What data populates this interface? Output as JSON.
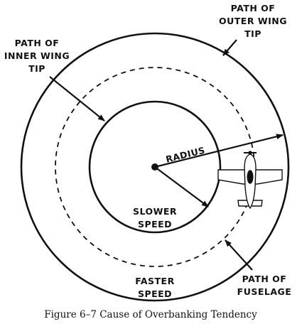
{
  "figure": {
    "labels": {
      "outer_wing_tip": [
        "PATH OF",
        "OUTER WING",
        "TIP"
      ],
      "inner_wing_tip": [
        "PATH OF",
        "INNER WING",
        "TIP"
      ],
      "radius": "RADIUS",
      "slower_speed": [
        "SLOWER",
        "SPEED"
      ],
      "faster_speed": [
        "FASTER",
        "SPEED"
      ],
      "fuselage": [
        "PATH OF",
        "FUSELAGE"
      ]
    },
    "caption": "Figure 6–7  Cause of Overbanking Tendency"
  },
  "colors": {
    "ink": "#111111",
    "background": "#ffffff"
  }
}
